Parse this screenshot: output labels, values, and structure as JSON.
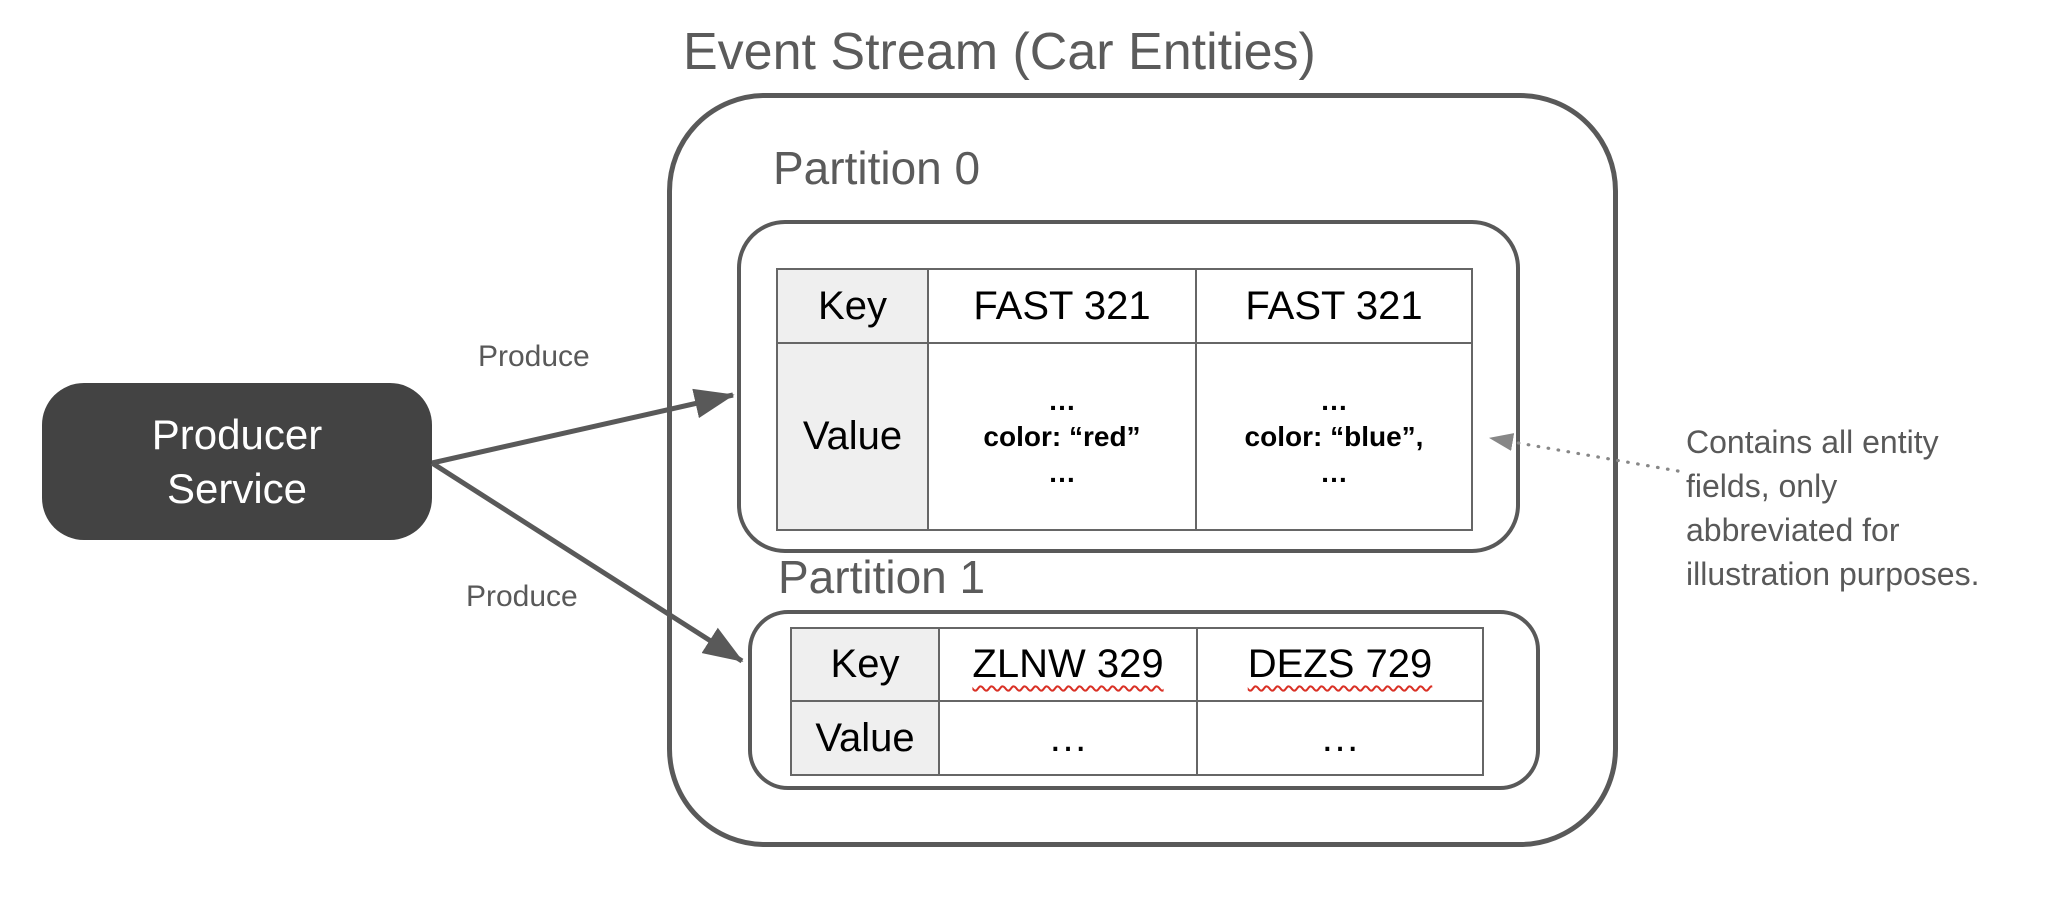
{
  "title": "Event Stream (Car Entities)",
  "producer": {
    "label_line1": "Producer",
    "label_line2": "Service"
  },
  "arrows": {
    "produce_label_top": "Produce",
    "produce_label_bottom": "Produce"
  },
  "partitions": [
    {
      "label": "Partition 0",
      "table": {
        "key_header": "Key",
        "value_header": "Value",
        "columns": [
          {
            "key": "FAST 321",
            "value_lines": [
              "…",
              "color: “red”",
              "…"
            ]
          },
          {
            "key": "FAST 321",
            "value_lines": [
              "…",
              "color: “blue”,",
              "…"
            ]
          }
        ]
      }
    },
    {
      "label": "Partition 1",
      "table": {
        "key_header": "Key",
        "value_header": "Value",
        "columns": [
          {
            "key": "ZLNW 329",
            "value": "…"
          },
          {
            "key": "DEZS 729",
            "value": "…"
          }
        ]
      }
    }
  ],
  "annotation": {
    "lines": [
      "Contains all entity",
      "fields, only",
      "abbreviated for",
      "illustration purposes."
    ]
  },
  "colors": {
    "shape_stroke": "#595959",
    "table_border": "#666666",
    "key_cell_bg": "#efefef",
    "producer_fill": "#434343",
    "producer_text": "#ffffff",
    "label_text": "#5b5b5b",
    "table_text": "#000000",
    "spellcheck_red": "#d93025",
    "dotted_arrow": "#878787"
  }
}
